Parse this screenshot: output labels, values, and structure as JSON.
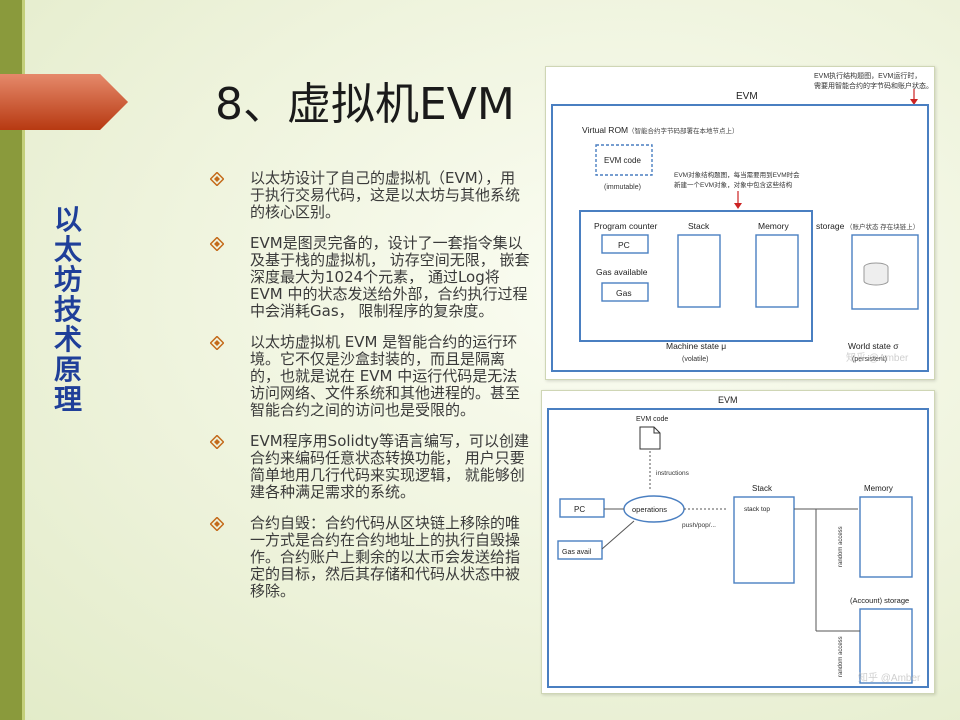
{
  "side_title": "以太坊技术原理",
  "title": "8、虚拟机EVM",
  "bullets": [
    {
      "text": "以太坊设计了自己的虚拟机（EVM），用于执行交易代码，这是以太坊与其他系统的核心区别。"
    },
    {
      "text": "EVM是图灵完备的，设计了一套指令集以及基于栈的虚拟机， 访存空间无限， 嵌套深度最大为1024个元素， 通过Log将EVM 中的状态发送给外部，合约执行过程中会消耗Gas， 限制程序的复杂度。"
    },
    {
      "text": "以太坊虚拟机 EVM 是智能合约的运行环境。它不仅是沙盒封装的，而且是隔离的，也就是说在 EVM 中运行代码是无法访问网络、文件系统和其他进程的。甚至智能合约之间的访问也是受限的。"
    },
    {
      "text": "EVM程序用Solidty等语言编写，可以创建合约来编码任意状态转换功能， 用户只要简单地用几行代码来实现逻辑， 就能够创建各种满足需求的系统。"
    },
    {
      "text": "合约自毁：合约代码从区块链上移除的唯一方式是合约在合约地址上的执行自毁操作。合约账户上剩余的以太币会发送给指定的目标，然后其存储和代码从状态中被移除。"
    }
  ],
  "diagram1": {
    "top_note_1": "EVM执行结构题图，EVM运行时，",
    "top_note_2": "需要用智能合约的字节码和账户状态。",
    "evm_label": "EVM",
    "virtual_rom": "Virtual ROM",
    "virtual_rom_note": "（智能合约字节码部署在本地节点上）",
    "evm_code": "EVM code",
    "immutable": "(immutable)",
    "mid_note_1": "EVM对象结构题图，每当需要用到EVM时会",
    "mid_note_2": "新建一个EVM对象，对象中包含这些结构",
    "program_counter": "Program counter",
    "pc": "PC",
    "gas_available": "Gas available",
    "gas": "Gas",
    "stack": "Stack",
    "memory": "Memory",
    "storage": "storage",
    "storage_note_1": "（账户状态  存在块链上）",
    "machine_state": "Machine state μ",
    "volatile": "(volatile)",
    "world_state": "World state σ",
    "persistent": "(persistent)",
    "watermark": "知乎 @Amber"
  },
  "diagram2": {
    "evm_label": "EVM",
    "evm_code": "EVM code",
    "instructions": "instructions",
    "pc": "PC",
    "operations": "operations",
    "push_pop": "push/pop/...",
    "stack": "Stack",
    "stack_top": "stack top",
    "memory": "Memory",
    "gas_avail": "Gas avail",
    "random_access_1": "random access",
    "account_storage": "(Account) storage",
    "random_access_2": "random access",
    "watermark": "知乎 @Amber"
  }
}
